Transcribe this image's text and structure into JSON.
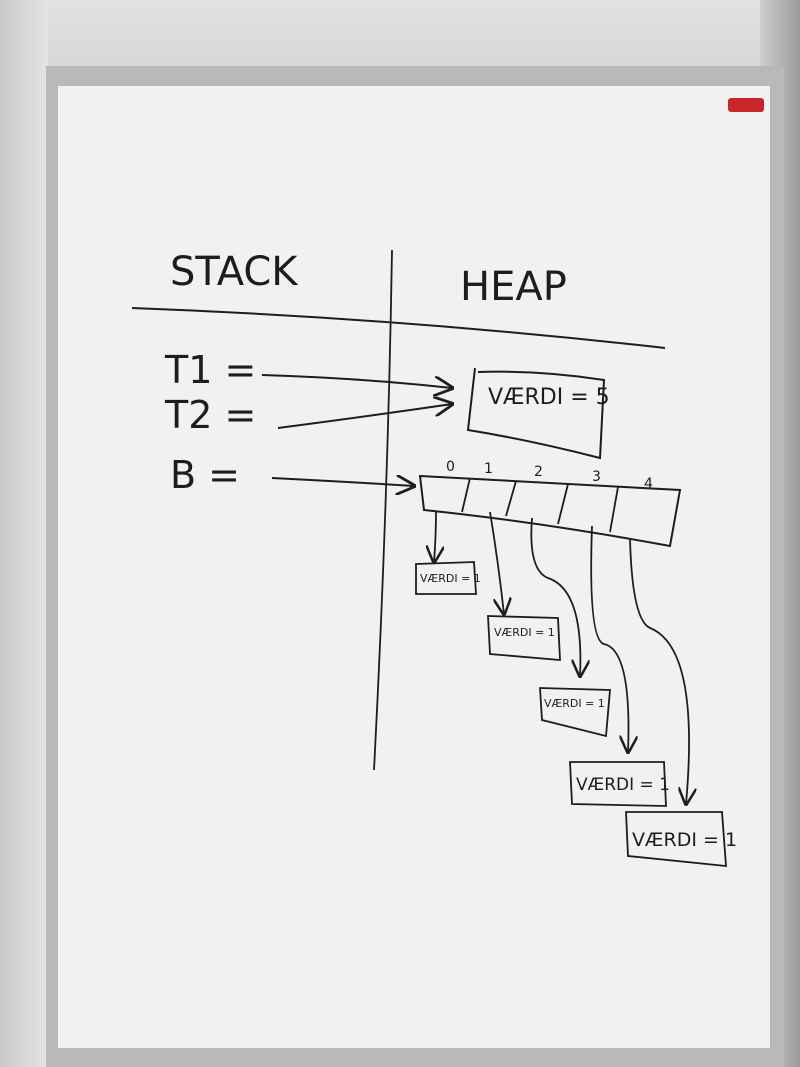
{
  "whiteboard": {
    "headers": {
      "stack": "STACK",
      "heap": "HEAP"
    },
    "variables": [
      {
        "label": "T1 ="
      },
      {
        "label": "T2 ="
      },
      {
        "label": "B ="
      }
    ],
    "shared_object_value": "VÆRDI = 5",
    "array_indices": [
      "0",
      "1",
      "2",
      "3",
      "4"
    ],
    "element_objects": [
      {
        "value": "VÆRDI = 1"
      },
      {
        "value": "VÆRDI = 1"
      },
      {
        "value": "VÆRDI = 1"
      },
      {
        "value": "VÆRDI = 1"
      },
      {
        "value": "VÆRDI = 1"
      }
    ]
  },
  "colors": {
    "marker": "#1d1d1d",
    "board": "#f1f1ef",
    "frame": "#b8b8b6",
    "tray_red": "#c8262b"
  }
}
